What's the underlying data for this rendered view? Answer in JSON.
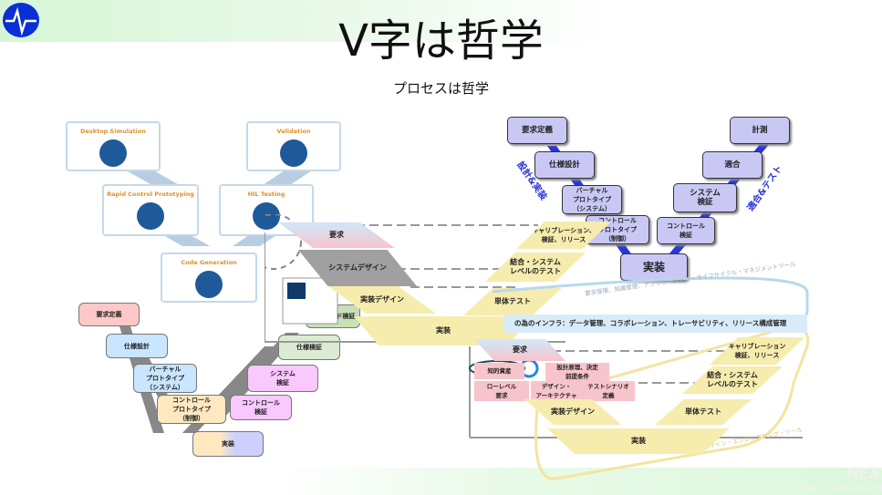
{
  "header": {
    "title": "V字は哲学",
    "subtitle": "プロセスは哲学",
    "logo_icon": "pulse-wave-icon",
    "brand_color": "#0a2fd6"
  },
  "dspace_v": {
    "boxes": [
      {
        "label": "Desktop Simulation"
      },
      {
        "label": "Rapid Control Prototyping"
      },
      {
        "label": "Code Generation"
      },
      {
        "label": "HIL Testing"
      },
      {
        "label": "Validation"
      }
    ]
  },
  "pastel_v": {
    "left": [
      {
        "label": "要求定義",
        "color": "#ffc8c8"
      },
      {
        "label": "仕様設計",
        "color": "#c8e6ff"
      },
      {
        "label": "バーチャル\nプロトタイプ\n（システム）",
        "color": "#c8e6ff"
      },
      {
        "label": "コントロール\nプロトタイプ\n（制御）",
        "color": "#fde8c0"
      }
    ],
    "bottom": {
      "label": "実装"
    },
    "right": [
      {
        "label": "コントロール\n検証",
        "color": "#f8c8ff"
      },
      {
        "label": "システム\n検証",
        "color": "#f8c8ff"
      },
      {
        "label": "仕様検証",
        "color": "#dcebd4"
      },
      {
        "label": "フィールド検証",
        "color": "#c8e0b8"
      }
    ]
  },
  "purple_v": {
    "left": [
      "要求定義",
      "仕様設計",
      "バーチャル\nプロトタイプ\n（システム）",
      "コントロール\nプロトタイプ\n（制御）"
    ],
    "bottom": "実装",
    "right": [
      "コントロール\n検証",
      "システム\n検証",
      "適合",
      "計測"
    ],
    "left_caption": "設計&実装",
    "right_caption": "適合&テスト"
  },
  "center_v": {
    "left": [
      "要求",
      "システムデザイン",
      "実装デザイン"
    ],
    "bottom": "実装",
    "right": [
      "単体テスト",
      "結合・システム\nレベルのテスト",
      "キャリブレーション、\n検証、リリース"
    ]
  },
  "lower_v": {
    "left": [
      "要求",
      "実装デザイン"
    ],
    "sub_boxes": [
      "知的資産",
      "設計原理、決定\n前提条件",
      "ローレベル\n要求",
      "デザイン・\nアーキテクチャ",
      "テストシナリオ\n定義"
    ],
    "bottom": "実装",
    "right": [
      "単体テスト",
      "結合・システム\nレベルのテスト",
      "キャリブレーション\n検証、リリース"
    ],
    "infra_banner": "の為のインフラ：データ管理、コラボレーション、トレーサビリティ、リリース構成管理",
    "tools_caption": "要求管理、知識管理、アプリケーション・ライフサイクル・マネジメントツール",
    "design_tools_caption": "デザイン・エンジニアリング・ツール"
  },
  "watermark": {
    "brand": "NEAT",
    "tagline": "Make a NEAT job of it"
  }
}
